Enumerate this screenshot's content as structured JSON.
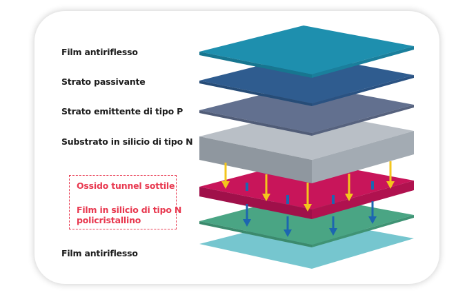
{
  "labels": {
    "film_top": "Film antiriflesso",
    "passivante": "Strato passivante",
    "emittente": "Strato emittente di tipo P",
    "substrato": "Substrato in silicio di tipo N",
    "ossido": "Ossido tunnel sottile",
    "film_n_line1": "Film in silicio di tipo N",
    "film_n_line2": "policristallino",
    "film_bottom": "Film antiriflesso"
  },
  "colors": {
    "film_top": "#1e8fae",
    "passivante": "#2f5c8f",
    "emittente": "#62708f",
    "substrato": "#9aa3ad",
    "ossido": "#c8155a",
    "film_n": "#4aa584",
    "film_bottom": "#76c6cf",
    "yellow_arrow": "#f3c61c",
    "blue_arrow": "#1c66b0",
    "red_label": "#e8384f"
  }
}
